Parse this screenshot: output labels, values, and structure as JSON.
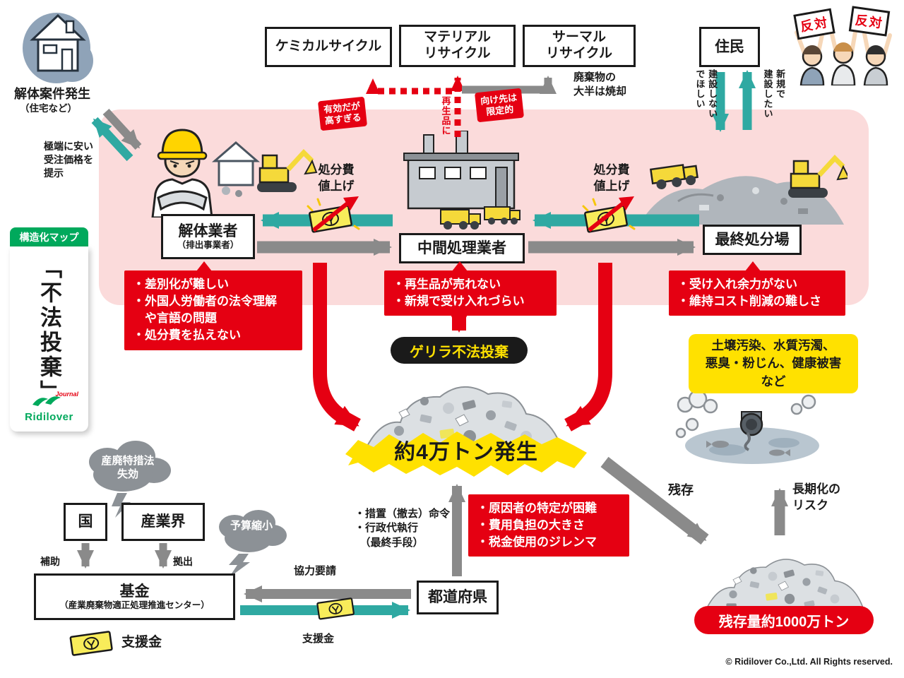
{
  "sidebar": {
    "tab": "構造化マップ",
    "title": "「不法投棄」",
    "brand": "Ridilover",
    "brand_sub": "Journal"
  },
  "source": {
    "title": "解体案件発生",
    "sub": "（住宅など）",
    "low_price": "極端に安い\n受注価格を\n提示"
  },
  "recycle": {
    "chemical": "ケミカルサイクル",
    "material": "マテリアル\nリサイクル",
    "thermal": "サーマル\nリサイクル",
    "chem_tag": "有効だが\n高すぎる",
    "to_recycled": "再生品に",
    "limited": "向け先は\n限定的",
    "incinerate": "廃棄物の\n大半は焼却"
  },
  "residents": {
    "title": "住民",
    "oppose1": "反対",
    "oppose2": "反対",
    "no_build": "建設しない\nでほしい",
    "new_build": "新規で\n建設したい"
  },
  "actors": {
    "demolition": {
      "name": "解体業者",
      "sub": "（排出事業者）",
      "problems": "・差別化が難しい\n・外国人労働者の法令理解\n　や言語の問題\n・処分費を払えない"
    },
    "intermediate": {
      "name": "中間処理業者",
      "problems": "・再生品が売れない\n・新規で受け入れづらい"
    },
    "final": {
      "name": "最終処分場",
      "problems": "・受け入れ余力がない\n・維持コスト削減の難しさ"
    }
  },
  "fees": {
    "raise1": "処分費\n値上げ",
    "raise2": "処分費\n値上げ"
  },
  "dump": {
    "guerrilla": "ゲリラ不法投棄",
    "amount": "約4万トン発生"
  },
  "impact": {
    "pollution": "土壌汚染、水質汚濁、\n悪臭・粉じん、健康被害\nなど",
    "longterm": "長期化の\nリスク",
    "remain": "残存",
    "remain_total": "残存量約1000万トン"
  },
  "gov": {
    "law_expired": "産廃特措法\n失効",
    "nation": "国",
    "industry": "産業界",
    "subsidy": "補助",
    "contribute": "拠出",
    "budget_cut": "予算縮小",
    "fund": "基金",
    "fund_sub": "（産業廃棄物適正処理推進センター）",
    "support1": "支援金",
    "support2": "支援金",
    "prefecture": "都道府県",
    "coop": "協力要請",
    "measures": "・措置（撤去）命令\n・行政代執行\n　（最終手段）",
    "dilemma": "・原因者の特定が困難\n・費用負担の大きさ\n・税金使用のジレンマ"
  },
  "footer": {
    "copyright": "© Ridilover Co.,Ltd. All Rights reserved."
  },
  "colors": {
    "red": "#E50012",
    "teal": "#2FA9A2",
    "gray": "#8A8A8A",
    "yellow": "#FFE100",
    "pink": "#FBDBDB",
    "green": "#00A95C",
    "black": "#1a1a1a"
  }
}
